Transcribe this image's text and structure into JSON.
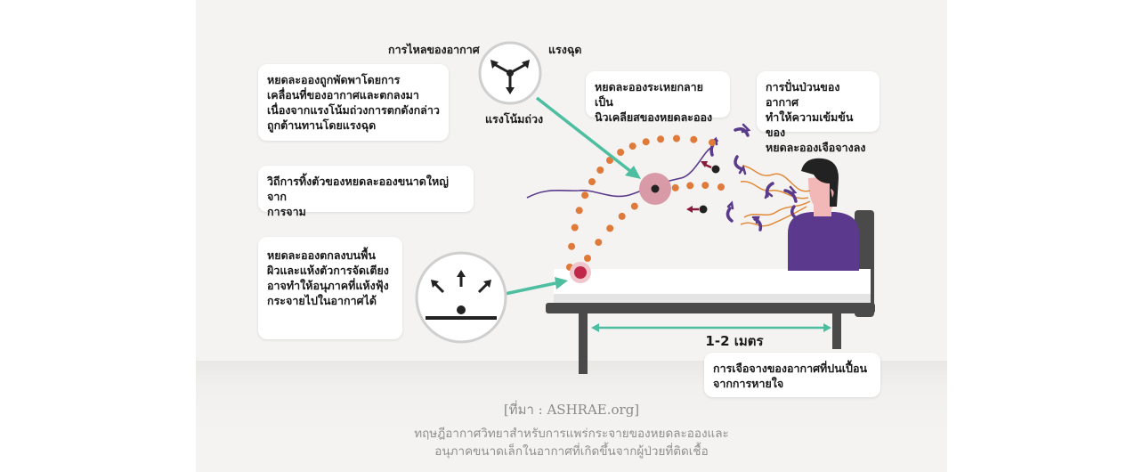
{
  "labels": {
    "airflow": "การไหลของอากาศ",
    "drag_force": "แรงฉุด",
    "gravity": "แรงโน้มถ่วง",
    "distance": "1-2 เมตร"
  },
  "callouts": {
    "carried": "หยดละอองถูกพัดพาโดยการ\nเคลื่อนที่ของอากาศและตกลงมา\nเนื่องจากแรงโน้มถ่วงการตกดังกล่าว\nถูกต้านทานโดยแรงฉุด",
    "trajectory": "วิถีการทิ้งตัวของหยดละอองขนาดใหญ่จาก\nการจาม",
    "surface": "หยดละอองตกลงบนพื้น\nผิวและแห้งตัวการจัดเตียง\nอาจทำให้อนุภาคที่แห้งฟุ้ง\nกระจายไปในอากาศได้",
    "evaporate": "หยดละอองระเหยกลายเป็น\nนิวเคลียสของหยดละออง",
    "turbulence": "การปั่นป่วนของอากาศ\nทำให้ความเข้มข้นของ\nหยดละอองเจือจางลง",
    "dilution": "การเจือจางของอากาศที่ปนเปื้อน\nจากการหายใจ"
  },
  "source": "[ที่มา : ASHRAE.org]",
  "caption": "ทฤษฎีอากาศวิทยาสำหรับการแพร่กระจายของหยดละอองและ\nอนุภาคขนาดเล็กในอากาศที่เกิดขึ้นจากผู้ป่วยที่ติดเชื้อ",
  "colors": {
    "trajectory_dots": "#e07a3a",
    "arrow": "#4dbfa0",
    "turbulence": "#5a3a8a",
    "patient_shirt": "#5b3a8e",
    "droplet": "#c0284a",
    "bed": "#4a4a4a"
  }
}
